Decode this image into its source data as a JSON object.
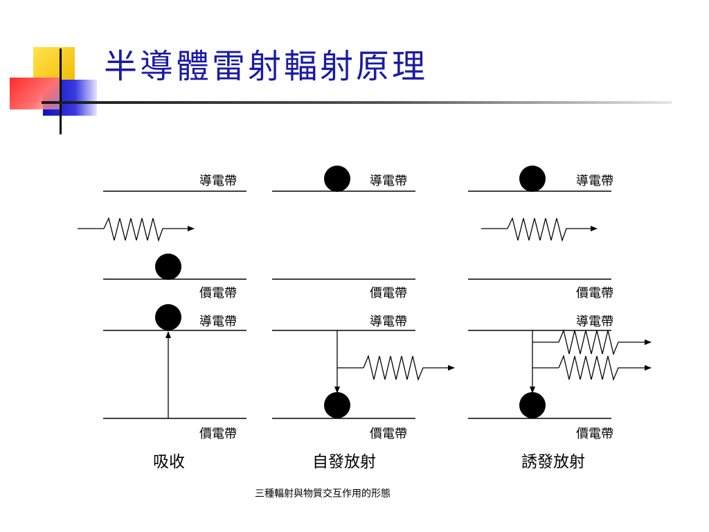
{
  "slide": {
    "title": "半導體雷射輻射原理",
    "caption": "三種輻射與物質交互作用的形態"
  },
  "bands": {
    "conduction": "導電帶",
    "valence": "價電帶"
  },
  "processes": {
    "absorption": "吸收",
    "spontaneous": "自發放射",
    "stimulated": "誘發放射"
  },
  "colors": {
    "title": "#1a1aa6",
    "accent_yellow": "#ffd400",
    "accent_red": "#ff3b3b",
    "accent_blue": "#2020c8"
  }
}
